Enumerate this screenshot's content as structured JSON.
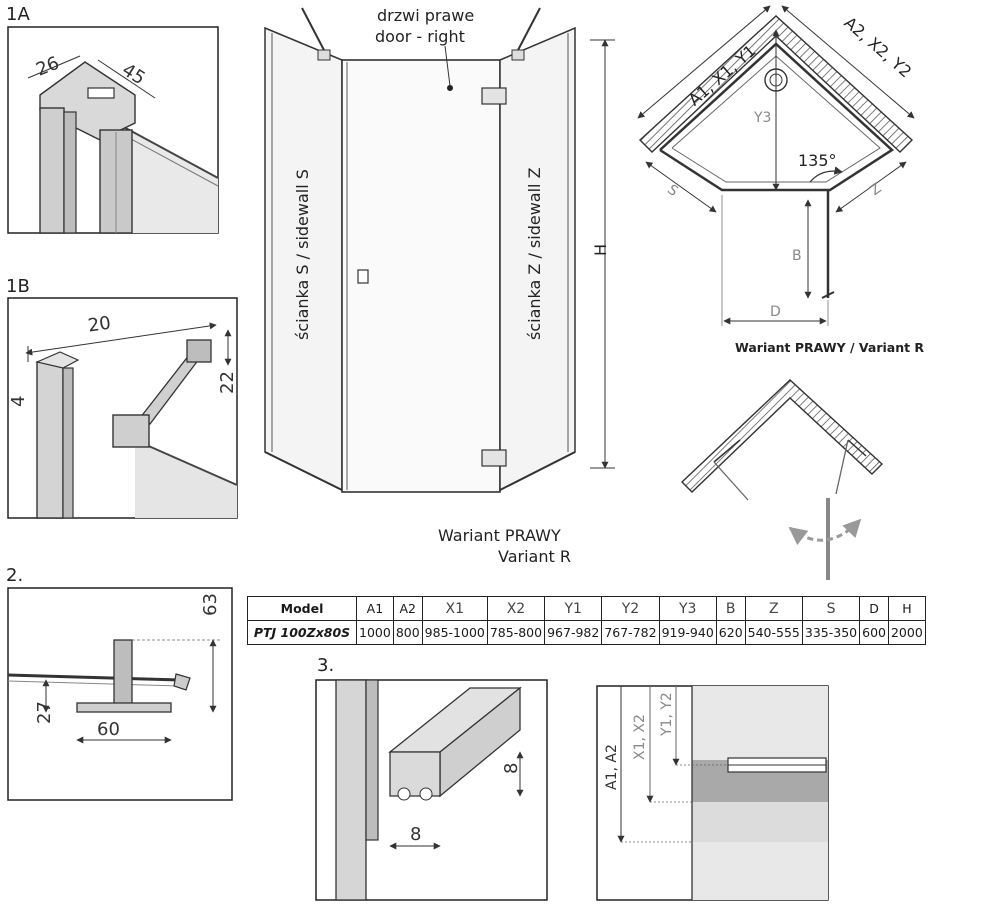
{
  "sections": {
    "s1a": "1A",
    "s1b": "1B",
    "s2": "2.",
    "s3": "3."
  },
  "detail_1a": {
    "d1": "26",
    "d2": "45"
  },
  "detail_1b": {
    "d1": "20",
    "d2": "4",
    "d3": "22"
  },
  "detail_2": {
    "d1": "63",
    "d2": "27",
    "d3": "60"
  },
  "detail_3": {
    "d1": "8",
    "d2": "8"
  },
  "front_view": {
    "door_pl": "drzwi prawe",
    "door_en": "door - right",
    "wall_s": "ścianka S / sidewall S",
    "wall_z": "ścianka Z / sidewall Z",
    "height": "H",
    "variant_pl": "Wariant PRAWY",
    "variant_en": "Variant R"
  },
  "top_view": {
    "a1": "A1, X1, Y1",
    "a2": "A2, X2, Y2",
    "y3": "Y3",
    "angle": "135°",
    "s": "S",
    "z": "Z",
    "b": "B",
    "d": "D",
    "caption": "Wariant PRAWY / Variant R"
  },
  "section_view": {
    "a": "A1, A2",
    "x": "X1, X2",
    "y": "Y1, Y2"
  },
  "table": {
    "headers": [
      "Model",
      "A1",
      "A2",
      "X1",
      "X2",
      "Y1",
      "Y2",
      "Y3",
      "B",
      "Z",
      "S",
      "D",
      "H"
    ],
    "row": [
      "PTJ 100Zx80S",
      "1000",
      "800",
      "985-1000",
      "785-800",
      "967-982",
      "767-782",
      "919-940",
      "620",
      "540-555",
      "335-350",
      "600",
      "2000"
    ]
  },
  "colors": {
    "frame": "#2a2a2a",
    "glass": "#e6e6e6",
    "panel": "#c8c8c8",
    "arc": "#9a9a9a"
  }
}
